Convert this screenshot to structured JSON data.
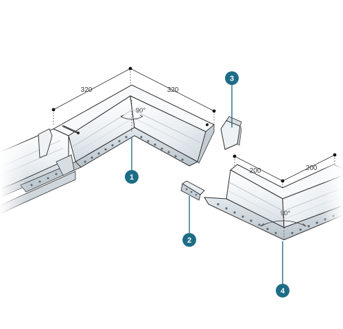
{
  "dimensions": {
    "upper_left": "320",
    "upper_right": "320",
    "lower_left": "200",
    "lower_right": "200"
  },
  "angles": {
    "upper": "90°",
    "lower": "90°"
  },
  "callouts": {
    "c1": "1",
    "c2": "2",
    "c3": "3",
    "c4": "4"
  },
  "colors": {
    "callout_fill": "#1e6d86",
    "callout_line": "#1e6d86",
    "outline": "#2b2b2b",
    "metal_light": "#f4f7f9",
    "metal_mid": "#dde5ea",
    "metal_dark": "#b9c4cb"
  }
}
